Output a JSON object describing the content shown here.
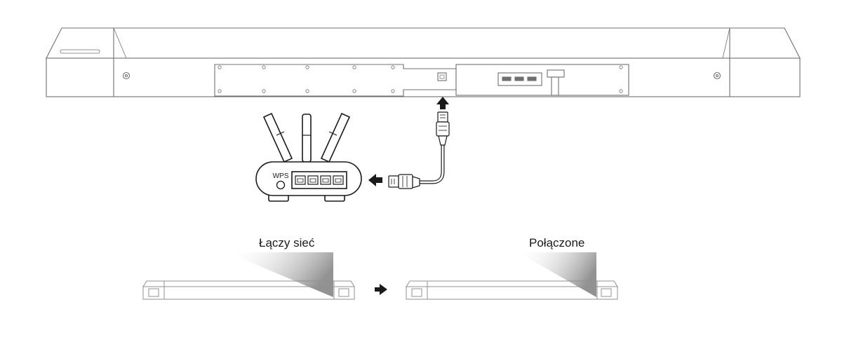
{
  "router": {
    "wps_label": "WPS"
  },
  "status": {
    "connecting_label": "Łączy sieć",
    "connected_label": "Połączone"
  }
}
